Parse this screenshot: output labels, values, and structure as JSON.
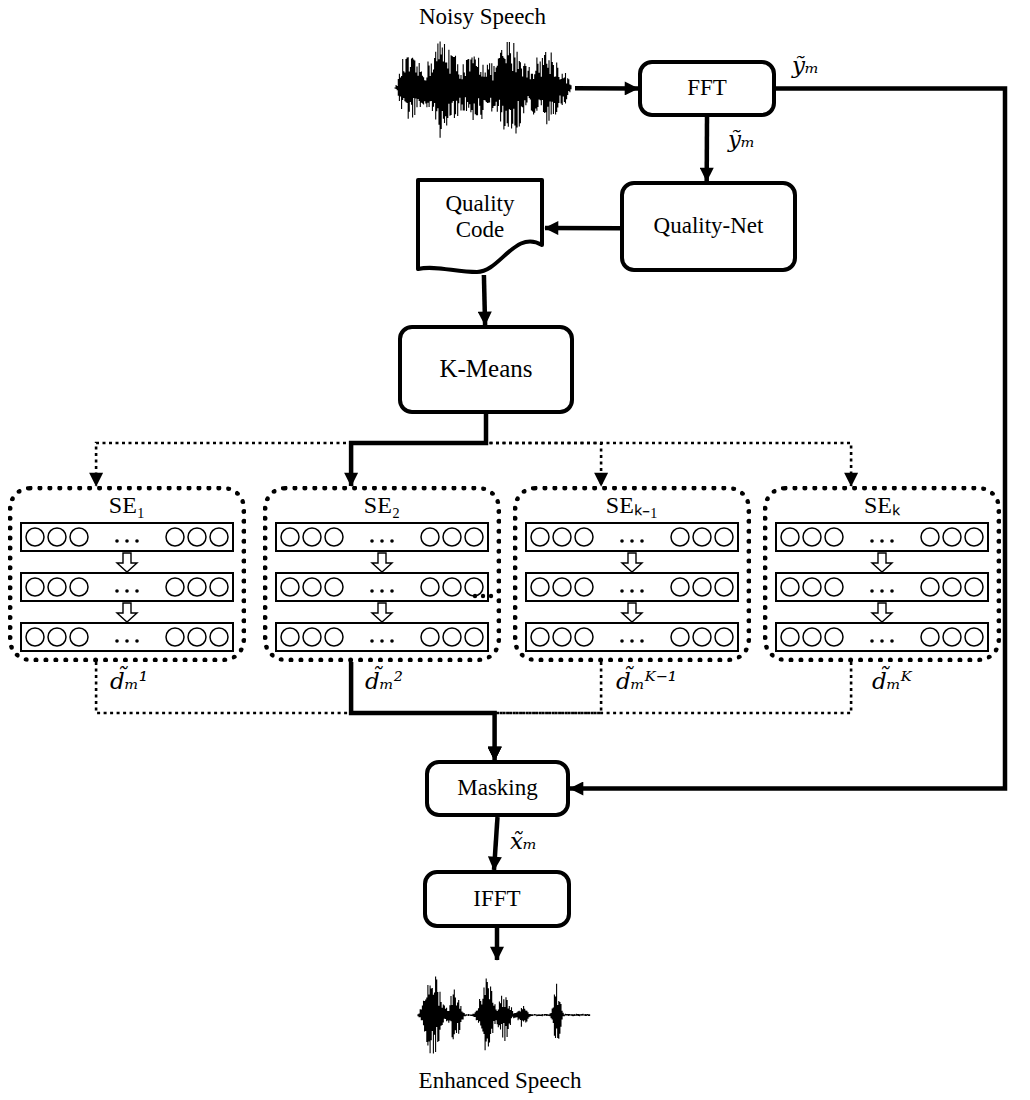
{
  "diagram": {
    "nodes": [
      {
        "text": [
          "Noisy Speech"
        ]
      },
      {
        "text": [
          "FFT"
        ]
      },
      {
        "text": [
          "Quality-Net"
        ]
      },
      {
        "text": [
          "Quality Code"
        ]
      },
      {
        "text": [
          "K-Means"
        ]
      },
      {
        "text": [
          "SE₁"
        ]
      },
      {
        "text": [
          "SE₂"
        ]
      },
      {
        "text": [
          "SEₖ₋₁"
        ]
      },
      {
        "text": [
          "SEₖ"
        ]
      },
      {
        "text": [
          "Masking"
        ]
      },
      {
        "text": [
          "IFFT"
        ]
      },
      {
        "text": [
          "Enhanced Speech"
        ]
      }
    ],
    "edges": [
      {
        "from": 0,
        "to": 1,
        "arrow": "to"
      },
      {
        "from": 1,
        "to": 2,
        "label": "ỹₘ",
        "arrow": "to"
      },
      {
        "from": 1,
        "to": 9,
        "label": "ỹₘ",
        "arrow": "to"
      },
      {
        "from": 2,
        "to": 3,
        "arrow": "to"
      },
      {
        "from": 3,
        "to": 4,
        "arrow": "to"
      },
      {
        "from": 4,
        "to": 5,
        "arrow": "to"
      },
      {
        "from": 4,
        "to": 6,
        "arrow": "to"
      },
      {
        "from": 4,
        "to": 7,
        "arrow": "to"
      },
      {
        "from": 4,
        "to": 8,
        "arrow": "to"
      },
      {
        "from": 5,
        "to": 9,
        "label": "d̃ₘ¹",
        "arrow": "to"
      },
      {
        "from": 6,
        "to": 9,
        "label": "d̃ₘ²",
        "arrow": "to"
      },
      {
        "from": 7,
        "to": 9,
        "label": "d̃ₘᴷ⁻¹",
        "arrow": "to"
      },
      {
        "from": 8,
        "to": 9,
        "label": "d̃ₘᴷ",
        "arrow": "to"
      },
      {
        "from": 9,
        "to": 10,
        "label": "x̃ₘ",
        "arrow": "to"
      },
      {
        "from": 10,
        "to": 11,
        "arrow": "to"
      }
    ]
  }
}
